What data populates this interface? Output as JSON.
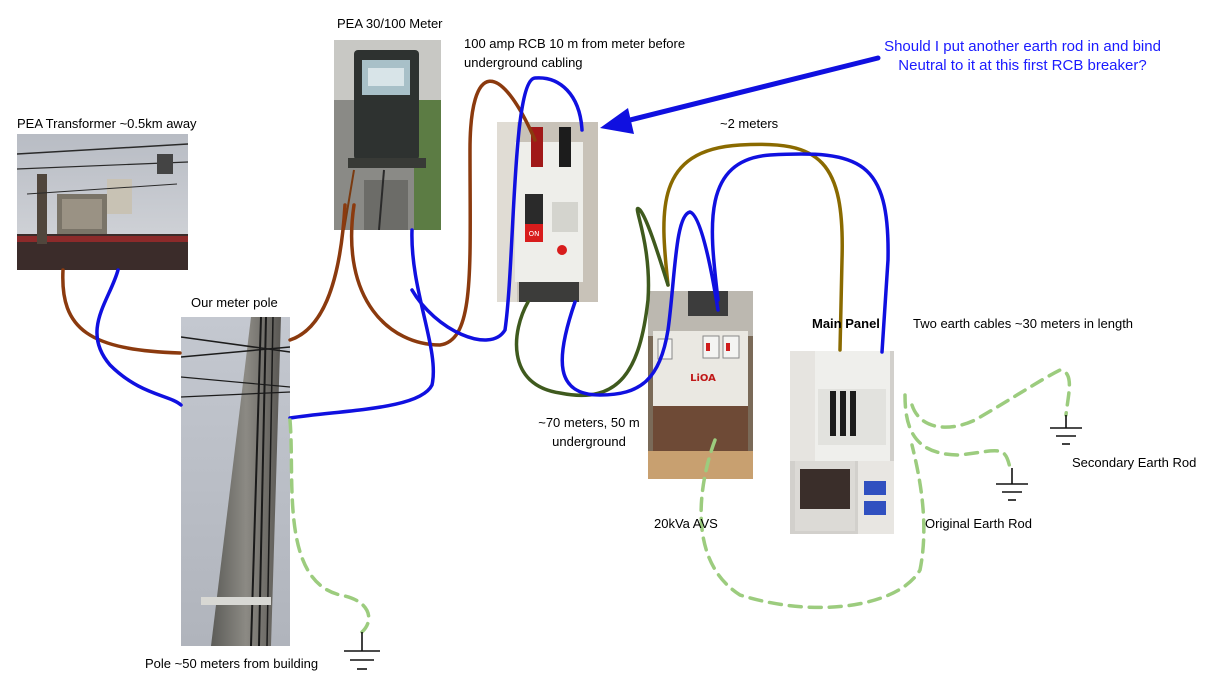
{
  "labels": {
    "transformer": "PEA Transformer ~0.5km away",
    "meter": "PEA 30/100 Meter",
    "rcb": "100 amp RCB 10 m from meter before underground cabling",
    "question": "Should I put another earth rod in and bind Neutral to it at this first RCB breaker?",
    "two_meters": "~2 meters",
    "meter_pole": "Our meter pole",
    "main_panel": "Main Panel",
    "earth_cables": "Two earth cables ~30 meters in length",
    "underground": "~70 meters, 50 m underground",
    "secondary_rod": "Secondary Earth Rod",
    "original_rod": "Original Earth Rod",
    "avs": "20kVa AVS",
    "pole_distance": "Pole ~50 meters from building"
  },
  "devices": {
    "avs_brand": "LiOA",
    "breaker_on": "ON"
  },
  "colors": {
    "brown_wire": "#8b3a0e",
    "blue_wire": "#1010e0",
    "green_wire": "#3f5a1e",
    "olive_wire": "#8a6a00",
    "earth_dashed": "#9ccc7e",
    "question_text": "#1a1aff"
  }
}
